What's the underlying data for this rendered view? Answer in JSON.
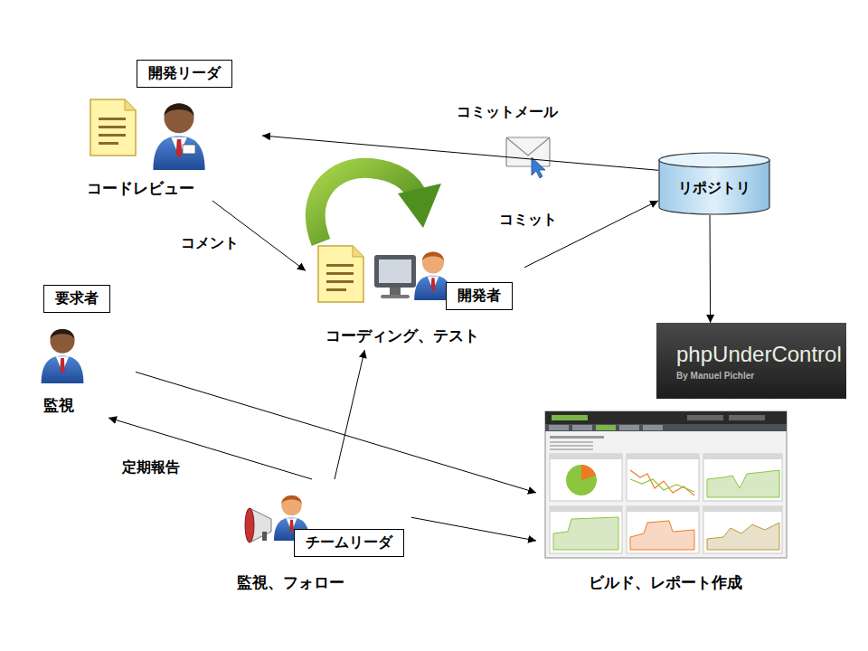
{
  "diagram": {
    "nodes": [
      {
        "text": [
          "開発リーダ",
          "コードレビュー"
        ]
      },
      {
        "text": [
          "リポジトリ"
        ]
      },
      {
        "text": [
          "開発者",
          "コーディング、テスト"
        ]
      },
      {
        "text": [
          "要求者",
          "監視"
        ]
      },
      {
        "text": [
          "phpUnderControl",
          "By Manuel Pichler"
        ]
      },
      {
        "text": [
          "チームリーダ",
          "監視、フォロー"
        ]
      },
      {
        "text": [
          "ビルド、レポート作成"
        ]
      }
    ],
    "edges": [
      {
        "from": 1,
        "to": 0,
        "label": "コミットメール",
        "arrow": "to"
      },
      {
        "from": 0,
        "to": 2,
        "label": "コメント",
        "arrow": "to"
      },
      {
        "from": 2,
        "to": 1,
        "label": "コミット",
        "arrow": "to"
      },
      {
        "from": 1,
        "to": 4,
        "arrow": "to"
      },
      {
        "from": 3,
        "to": 6,
        "arrow": "to"
      },
      {
        "from": 5,
        "to": 3,
        "label": "定期報告",
        "arrow": "to"
      },
      {
        "from": 5,
        "to": 2,
        "arrow": "to"
      },
      {
        "from": 5,
        "to": 6,
        "arrow": "to"
      }
    ]
  }
}
